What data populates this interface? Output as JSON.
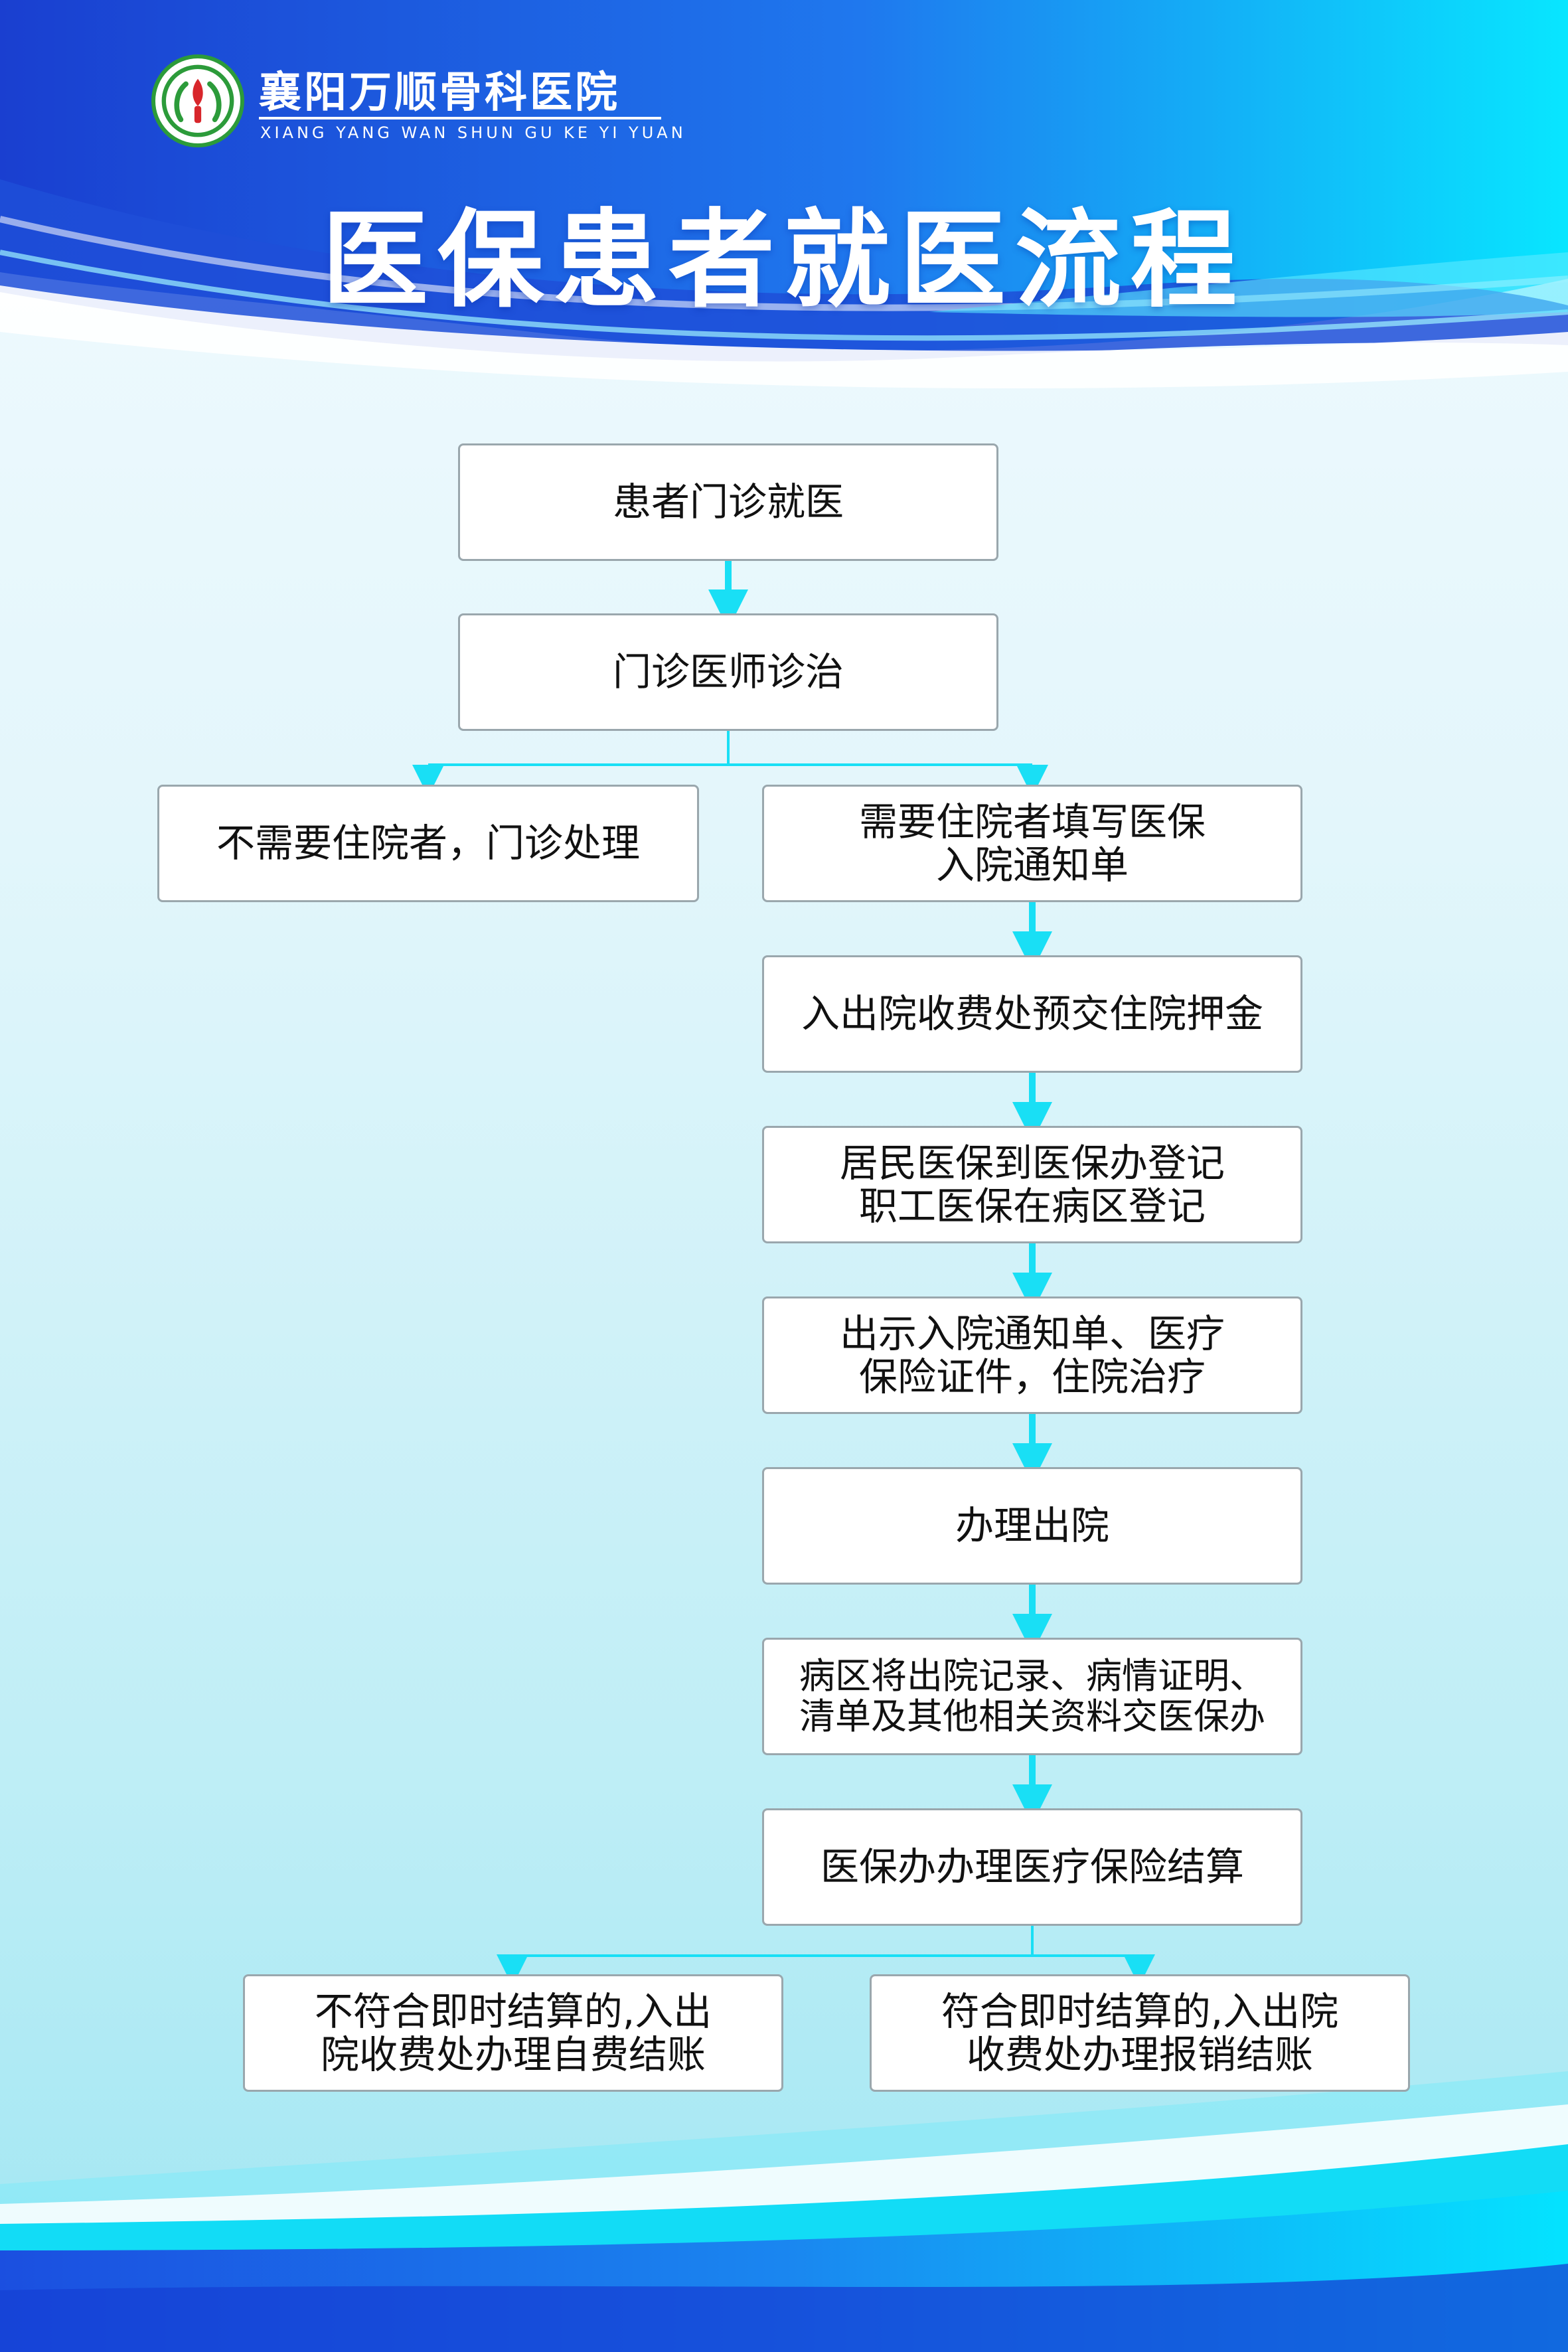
{
  "header": {
    "hospital_name": "襄阳万顺骨科医院",
    "hospital_pinyin": "XIANG YANG WAN SHUN GU KE YI YUAN",
    "title": "医保患者就医流程"
  },
  "colors": {
    "dark_blue": "#1747d6",
    "bright_blue": "#1e6df0",
    "cyan": "#00e2ff",
    "connector": "#19dff5",
    "logo_green": "#2c9b3a",
    "logo_red": "#d8262b"
  },
  "icons": {
    "logo": "hospital-emblem-icon"
  },
  "flow": {
    "step1": "患者门诊就医",
    "step2": "门诊医师诊治",
    "branch_no": "不需要住院者，门诊处理",
    "branch_yes": "需要住院者填写医保\n入院通知单",
    "step3": "入出院收费处预交住院押金",
    "step4": "居民医保到医保办登记\n职工医保在病区登记",
    "step5": "出示入院通知单、医疗\n保险证件，住院治疗",
    "step6": "办理出院",
    "step7": "病区将出院记录、病情证明、\n清单及其他相关资料交医保办",
    "step8": "医保办办理医疗保险结算",
    "end_left": "不符合即时结算的,入出\n院收费处办理自费结账",
    "end_right": "符合即时结算的,入出院\n收费处办理报销结账"
  }
}
